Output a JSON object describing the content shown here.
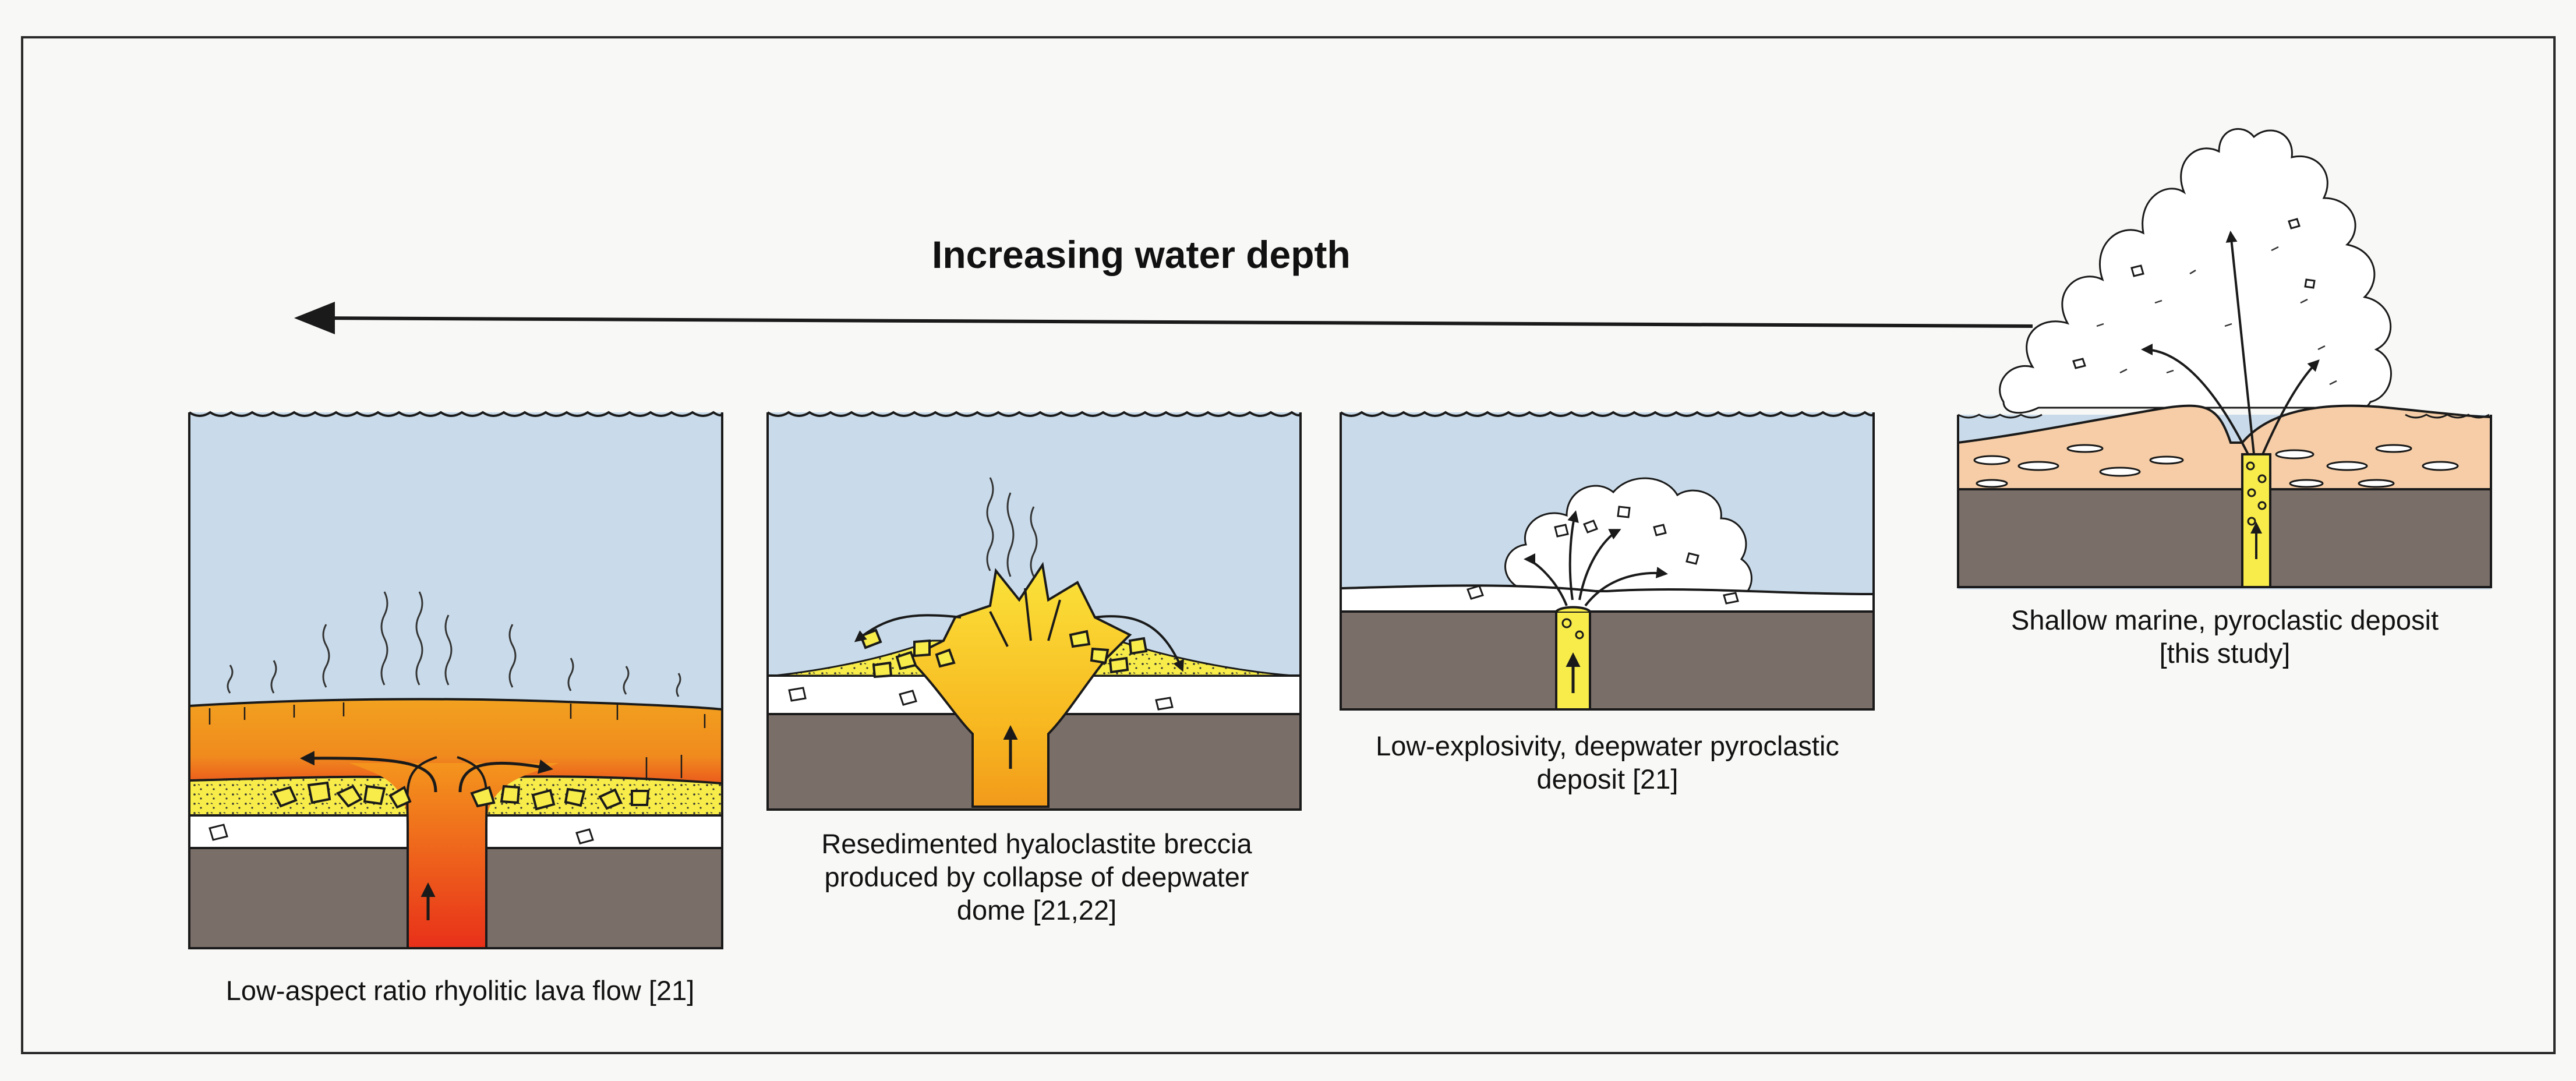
{
  "title": "Increasing water depth",
  "panels": [
    {
      "id": "lava-flow",
      "caption_lines": [
        "Low-aspect ratio rhyolitic lava flow [21]"
      ]
    },
    {
      "id": "hyaloclastite",
      "caption_lines": [
        "Resedimented hyaloclastite breccia",
        "produced by collapse of deepwater",
        "dome [21,22]"
      ]
    },
    {
      "id": "low-explosivity",
      "caption_lines": [
        "Low-explosivity, deepwater pyroclastic",
        "deposit [21]"
      ]
    },
    {
      "id": "shallow-marine",
      "caption_lines": [
        "Shallow marine, pyroclastic deposit",
        "[this study]"
      ]
    }
  ],
  "colors": {
    "water": "#c9dbea",
    "rock": "#7a6e69",
    "white_layer": "#ffffff",
    "lava_orange": "#f2a11f",
    "lava_red": "#e8361b",
    "breccia_yellow": "#f7ec4a",
    "dome_yellow": "#f9d21a",
    "sediment_tan": "#f6cda6",
    "outline": "#1a1a1a"
  }
}
